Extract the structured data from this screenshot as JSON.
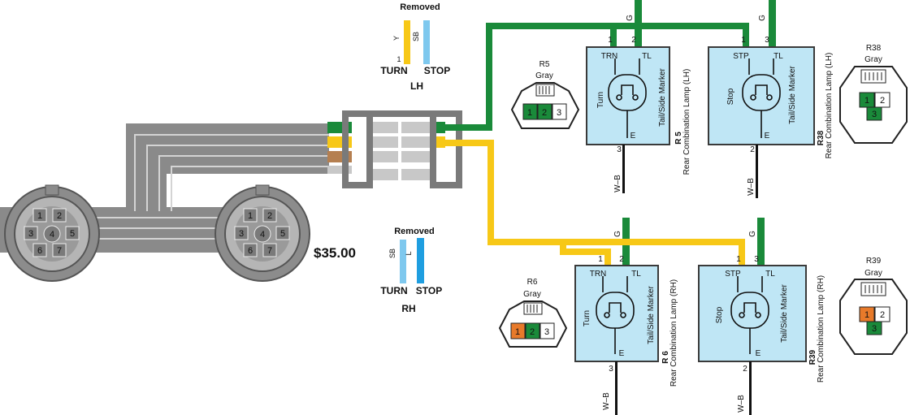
{
  "price": "$35.00",
  "colors": {
    "green": "#1a8a3a",
    "yellow": "#f7c817",
    "gray_harness": "#8a8a8a",
    "brown": "#b57f50",
    "light_blue": "#7ec8ee",
    "lamp_fill": "#bfe6f5",
    "orange": "#e87a2a"
  },
  "lh_removed": {
    "heading": "Removed",
    "wire1": "Y",
    "wire2": "SB",
    "pin": "1",
    "turn": "TURN",
    "stop": "STOP",
    "side": "LH"
  },
  "rh_removed": {
    "heading": "Removed",
    "wire1": "SB",
    "wire2": "L",
    "turn": "TURN",
    "stop": "STOP",
    "side": "RH"
  },
  "connector_pins": [
    "1",
    "2",
    "3",
    "4",
    "5",
    "6",
    "7"
  ],
  "r5": {
    "id": "R5",
    "color": "Gray",
    "pins": [
      "1",
      "2",
      "3"
    ],
    "pin_in1": "1",
    "pin_in2": "2",
    "pin_out": "3",
    "top_wire": "G",
    "bottom_wire": "W–B",
    "terminal1": "TRN",
    "terminal2": "TL",
    "ground": "E",
    "func1": "Turn",
    "func2": "Tail/Side Marker",
    "side_id": "R 5",
    "side_title": "Rear Combination Lamp (LH)"
  },
  "r38": {
    "id": "R38",
    "color": "Gray",
    "pins": [
      "1",
      "2",
      "3"
    ],
    "pin_in1": "1",
    "pin_in2": "3",
    "pin_out": "2",
    "top_wire": "G",
    "bottom_wire": "W–B",
    "terminal1": "STP",
    "terminal2": "TL",
    "ground": "E",
    "func1": "Stop",
    "func2": "Tail/Side Marker",
    "side_id": "R38",
    "side_title": "Rear Combination Lamp (LH)"
  },
  "r6": {
    "id": "R6",
    "color": "Gray",
    "pins": [
      "1",
      "2",
      "3"
    ],
    "pin_in1": "1",
    "pin_in2": "2",
    "pin_out": "3",
    "top_wire": "G",
    "bottom_wire": "W–B",
    "terminal1": "TRN",
    "terminal2": "TL",
    "ground": "E",
    "func1": "Turn",
    "func2": "Tail/Side Marker",
    "side_id": "R 6",
    "side_title": "Rear Combination Lamp (RH)"
  },
  "r39": {
    "id": "R39",
    "color": "Gray",
    "pins": [
      "1",
      "2",
      "3"
    ],
    "pin_in1": "1",
    "pin_in2": "3",
    "pin_out": "2",
    "top_wire": "G",
    "bottom_wire": "W–B",
    "terminal1": "STP",
    "terminal2": "TL",
    "ground": "E",
    "func1": "Stop",
    "func2": "Tail/Side Marker",
    "side_id": "R39",
    "side_title": "Rear Combination Lamp (RH)"
  }
}
